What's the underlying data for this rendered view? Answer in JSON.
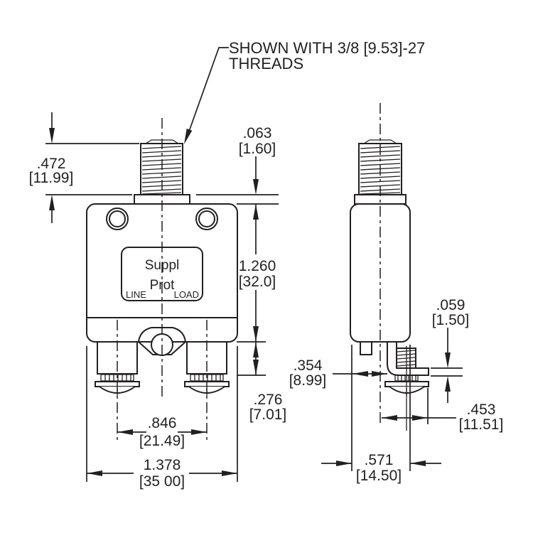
{
  "drawing": {
    "title_note": {
      "line1": "SHOWN WITH 3/8 [9.53]-27",
      "line2": "THREADS"
    },
    "front_view": {
      "label_line1": "Suppl",
      "label_line2": "Prot",
      "terminal_left_label": "LINE",
      "terminal_right_label": "LOAD"
    },
    "dimensions": {
      "bushing_height": {
        "inches": ".472",
        "mm": "[11.99]"
      },
      "panel_thickness": {
        "inches": ".063",
        "mm": "[1.60]"
      },
      "body_height": {
        "inches": "1.260",
        "mm": "[32.0]"
      },
      "terminal_depth": {
        "inches": ".276",
        "mm": "[7.01]"
      },
      "terminal_spacing": {
        "inches": ".846",
        "mm": "[21.49]"
      },
      "body_width": {
        "inches": "1.378",
        "mm": "[35 00]"
      },
      "bracket_thickness": {
        "inches": ".059",
        "mm": "[1.50]"
      },
      "bracket_offset": {
        "inches": ".354",
        "mm": "[8.99]"
      },
      "screw_offset": {
        "inches": ".453",
        "mm": "[11.51]"
      },
      "body_depth": {
        "inches": ".571",
        "mm": "[14.50]"
      }
    },
    "colors": {
      "ink": "#231f20",
      "background": "#ffffff"
    }
  }
}
